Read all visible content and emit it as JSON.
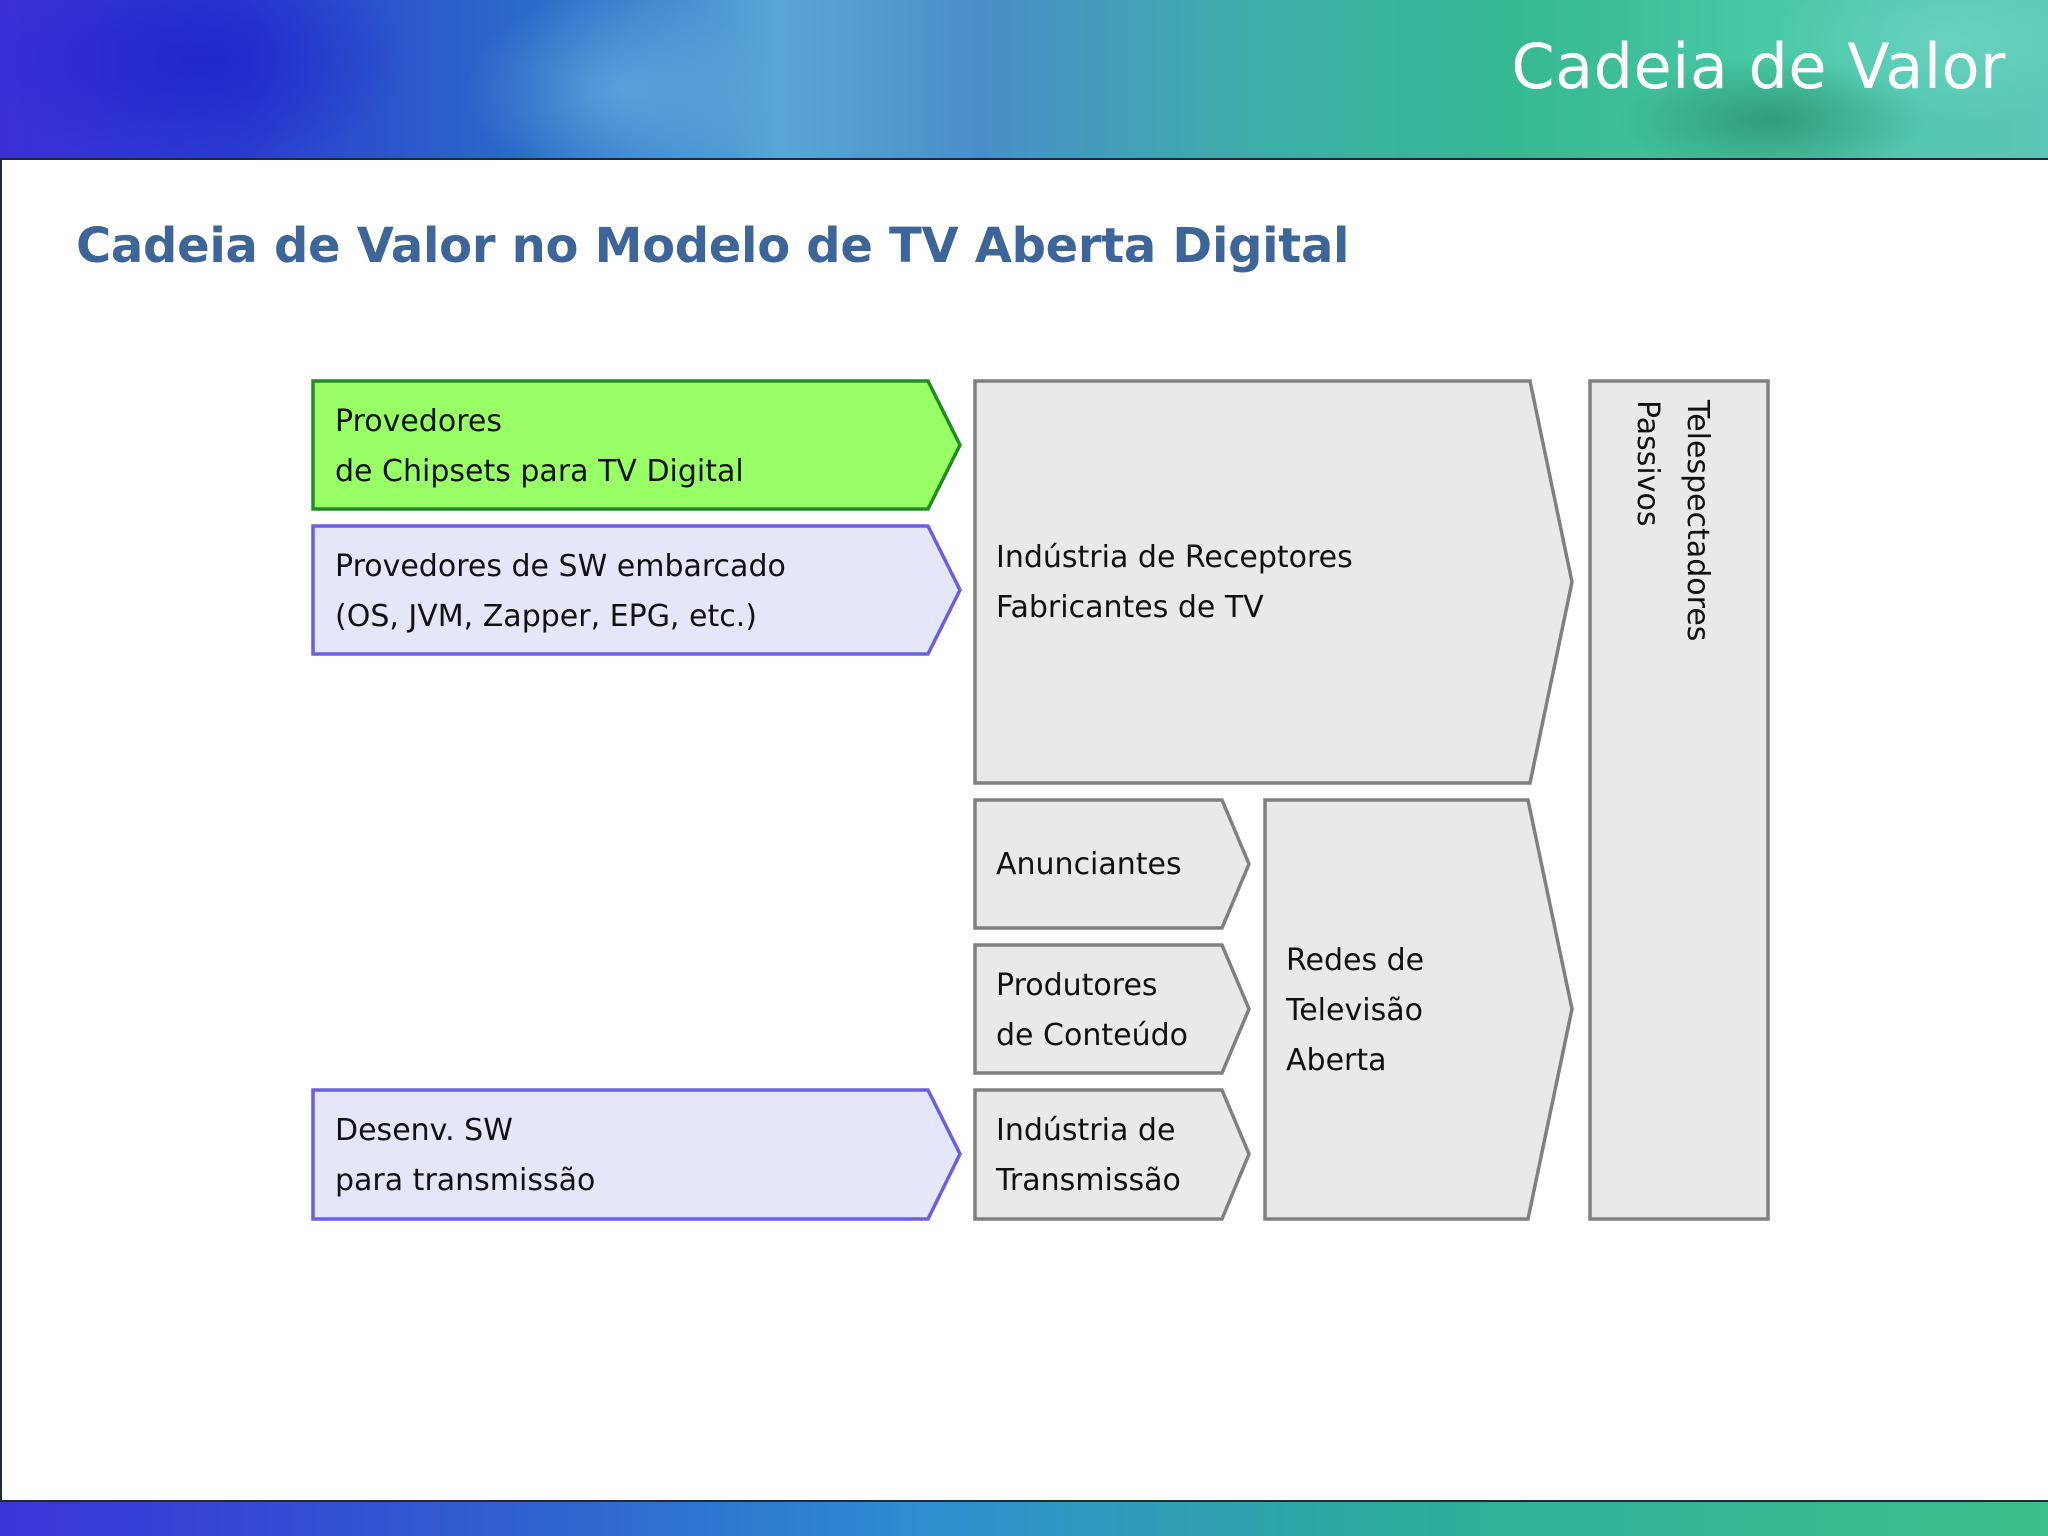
{
  "header": {
    "title": "Cadeia de Valor"
  },
  "page": {
    "title": "Cadeia de Valor no Modelo de TV Aberta Digital"
  },
  "diagram": {
    "chipsets": {
      "line1": "Provedores",
      "line2": "de Chipsets para TV Digital",
      "fill": "#99ff66",
      "stroke": "#228b22"
    },
    "sw_embarcado": {
      "line1": "Provedores de SW embarcado",
      "line2": "(OS, JVM, Zapper, EPG, etc.)",
      "fill": "#e6e6fb",
      "stroke": "#6a5fe0"
    },
    "receptores": {
      "line1": "Indústria de Receptores",
      "line2": "Fabricantes de TV",
      "fill": "#eae8ea",
      "stroke": "#808080"
    },
    "anunciantes": {
      "line1": "Anunciantes"
    },
    "produtores": {
      "line1": "Produtores",
      "line2": "de Conteúdo"
    },
    "transmissao_ind": {
      "line1": "Indústria de",
      "line2": "Transmissão"
    },
    "redes": {
      "line1": "Redes de",
      "line2": "Televisão",
      "line3": "Aberta"
    },
    "desenv_sw": {
      "line1": "Desenv. SW",
      "line2": "para transmissão"
    },
    "telespectadores": {
      "line1": "Telespectadores",
      "line2": "Passivos"
    }
  }
}
